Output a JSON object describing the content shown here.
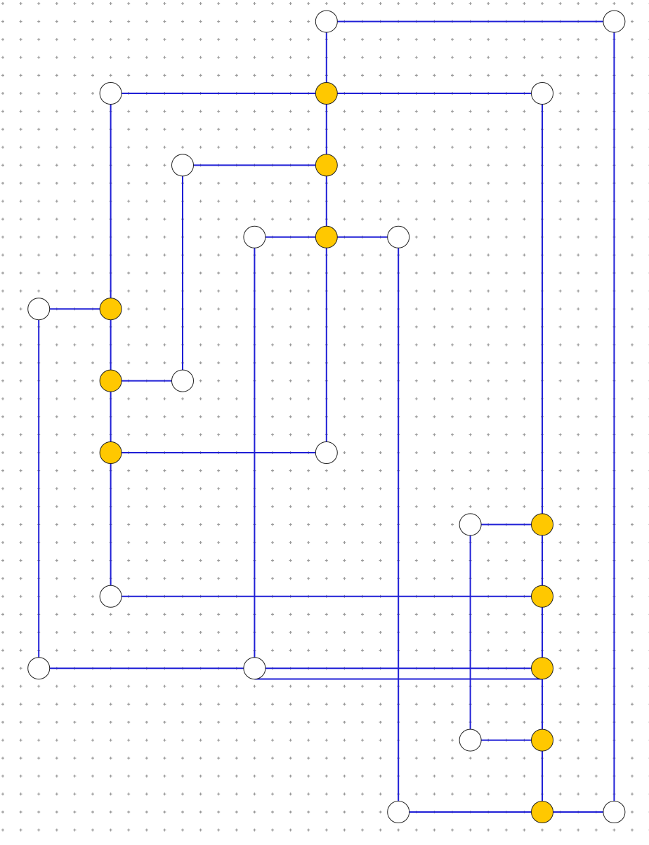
{
  "colors": {
    "background": "#ffffff",
    "grid_dot": "#9a9a9a",
    "edge": "#1f1fd6",
    "node_outline": "#222222",
    "node_open": "#ffffff",
    "node_filled": "#ffc800"
  },
  "grid": {
    "cols": 37,
    "rows": 48,
    "step_units": 1
  },
  "nodes": [
    {
      "id": "n1",
      "col": 18,
      "row": 1,
      "filled": false
    },
    {
      "id": "n2",
      "col": 34,
      "row": 1,
      "filled": false
    },
    {
      "id": "n3",
      "col": 6,
      "row": 5,
      "filled": false
    },
    {
      "id": "n4",
      "col": 18,
      "row": 5,
      "filled": true
    },
    {
      "id": "n5",
      "col": 30,
      "row": 5,
      "filled": false
    },
    {
      "id": "n6",
      "col": 10,
      "row": 9,
      "filled": false
    },
    {
      "id": "n7",
      "col": 18,
      "row": 9,
      "filled": true
    },
    {
      "id": "n8",
      "col": 14,
      "row": 13,
      "filled": false
    },
    {
      "id": "n9",
      "col": 18,
      "row": 13,
      "filled": true
    },
    {
      "id": "n10",
      "col": 22,
      "row": 13,
      "filled": false
    },
    {
      "id": "n11",
      "col": 2,
      "row": 17,
      "filled": false
    },
    {
      "id": "n12",
      "col": 6,
      "row": 17,
      "filled": true
    },
    {
      "id": "n13",
      "col": 6,
      "row": 21,
      "filled": true
    },
    {
      "id": "n14",
      "col": 10,
      "row": 21,
      "filled": false
    },
    {
      "id": "n15",
      "col": 6,
      "row": 25,
      "filled": true
    },
    {
      "id": "n16",
      "col": 18,
      "row": 25,
      "filled": false
    },
    {
      "id": "n17",
      "col": 26,
      "row": 29,
      "filled": false
    },
    {
      "id": "n18",
      "col": 30,
      "row": 29,
      "filled": true
    },
    {
      "id": "n19",
      "col": 6,
      "row": 33,
      "filled": false
    },
    {
      "id": "n20",
      "col": 30,
      "row": 33,
      "filled": true
    },
    {
      "id": "n21",
      "col": 2,
      "row": 37,
      "filled": false
    },
    {
      "id": "n22",
      "col": 14,
      "row": 37,
      "filled": false
    },
    {
      "id": "n23",
      "col": 30,
      "row": 37,
      "filled": true
    },
    {
      "id": "n24",
      "col": 26,
      "row": 41,
      "filled": false
    },
    {
      "id": "n25",
      "col": 30,
      "row": 41,
      "filled": true
    },
    {
      "id": "n26",
      "col": 22,
      "row": 45,
      "filled": false
    },
    {
      "id": "n27",
      "col": 30,
      "row": 45,
      "filled": true
    },
    {
      "id": "n28",
      "col": 34,
      "row": 45,
      "filled": false
    }
  ],
  "edges": [
    {
      "pts": [
        [
          18,
          1
        ],
        [
          34,
          1
        ]
      ]
    },
    {
      "pts": [
        [
          18,
          1
        ],
        [
          18,
          5
        ]
      ]
    },
    {
      "pts": [
        [
          34,
          1
        ],
        [
          34,
          45
        ]
      ]
    },
    {
      "pts": [
        [
          6,
          5
        ],
        [
          18,
          5
        ]
      ]
    },
    {
      "pts": [
        [
          18,
          5
        ],
        [
          30,
          5
        ]
      ]
    },
    {
      "pts": [
        [
          18,
          5
        ],
        [
          18,
          9
        ]
      ]
    },
    {
      "pts": [
        [
          6,
          5
        ],
        [
          6,
          17
        ]
      ]
    },
    {
      "pts": [
        [
          30,
          5
        ],
        [
          30,
          29
        ]
      ]
    },
    {
      "pts": [
        [
          10,
          9
        ],
        [
          18,
          9
        ]
      ]
    },
    {
      "pts": [
        [
          18,
          9
        ],
        [
          18,
          13
        ]
      ]
    },
    {
      "pts": [
        [
          10,
          9
        ],
        [
          10,
          21
        ]
      ]
    },
    {
      "pts": [
        [
          14,
          13
        ],
        [
          22,
          13
        ]
      ]
    },
    {
      "pts": [
        [
          18,
          13
        ],
        [
          18,
          25
        ]
      ]
    },
    {
      "pts": [
        [
          14,
          13
        ],
        [
          14,
          37
        ]
      ]
    },
    {
      "pts": [
        [
          22,
          13
        ],
        [
          22,
          45
        ]
      ]
    },
    {
      "pts": [
        [
          2,
          17
        ],
        [
          6,
          17
        ]
      ]
    },
    {
      "pts": [
        [
          6,
          17
        ],
        [
          6,
          25
        ]
      ]
    },
    {
      "pts": [
        [
          2,
          17
        ],
        [
          2,
          37
        ]
      ]
    },
    {
      "pts": [
        [
          6,
          21
        ],
        [
          10,
          21
        ]
      ]
    },
    {
      "pts": [
        [
          6,
          25
        ],
        [
          18,
          25
        ]
      ]
    },
    {
      "pts": [
        [
          6,
          25
        ],
        [
          6,
          33
        ]
      ]
    },
    {
      "pts": [
        [
          26,
          29
        ],
        [
          30,
          29
        ]
      ]
    },
    {
      "pts": [
        [
          30,
          29
        ],
        [
          30,
          45
        ]
      ]
    },
    {
      "pts": [
        [
          26,
          29
        ],
        [
          26,
          41
        ]
      ]
    },
    {
      "pts": [
        [
          6,
          33
        ],
        [
          30,
          33
        ]
      ]
    },
    {
      "pts": [
        [
          2,
          37
        ],
        [
          30,
          37
        ]
      ]
    },
    {
      "pts": [
        [
          14,
          37.6
        ],
        [
          30,
          37.6
        ]
      ]
    },
    {
      "pts": [
        [
          26,
          41
        ],
        [
          30,
          41
        ]
      ]
    },
    {
      "pts": [
        [
          22,
          45
        ],
        [
          34,
          45
        ]
      ]
    }
  ]
}
